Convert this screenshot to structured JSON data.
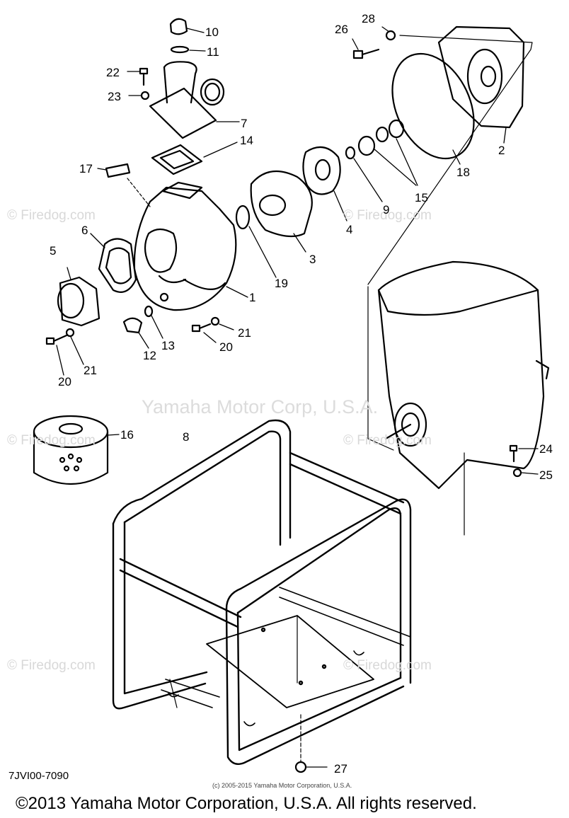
{
  "diagram": {
    "code": "7JVI00-7090",
    "small_credit": "(c) 2005-2015 Yamaha Motor Corporation, U.S.A.",
    "copyright": "©2013 Yamaha Motor Corporation, U.S.A. All rights reserved.",
    "watermarks": {
      "center": "Yamaha Motor Corp, U.S.A.",
      "firedog": "© Firedog.com"
    },
    "callouts": [
      "1",
      "2",
      "3",
      "4",
      "5",
      "6",
      "7",
      "8",
      "9",
      "10",
      "11",
      "12",
      "13",
      "14",
      "15",
      "16",
      "17",
      "18",
      "19",
      "20",
      "20",
      "21",
      "21",
      "22",
      "23",
      "24",
      "25",
      "26",
      "27",
      "28"
    ]
  }
}
